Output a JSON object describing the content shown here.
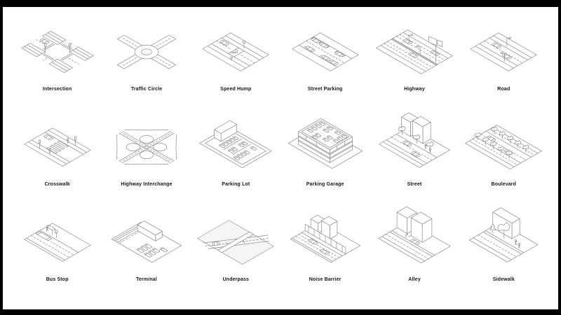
{
  "figure": {
    "items": [
      {
        "label": "Intersection"
      },
      {
        "label": "Traffic Circle"
      },
      {
        "label": "Speed Hump"
      },
      {
        "label": "Street Parking"
      },
      {
        "label": "Highway"
      },
      {
        "label": "Road"
      },
      {
        "label": "Crosswalk"
      },
      {
        "label": "Highway Interchange"
      },
      {
        "label": "Parking Lot"
      },
      {
        "label": "Parking Garage"
      },
      {
        "label": "Street"
      },
      {
        "label": "Boulevard"
      },
      {
        "label": "Bus Stop"
      },
      {
        "label": "Terminal"
      },
      {
        "label": "Underpass"
      },
      {
        "label": "Noise Barrier"
      },
      {
        "label": "Alley"
      },
      {
        "label": "Sidewalk"
      }
    ]
  },
  "colors": {
    "frame": "#000000",
    "canvas": "#ffffff",
    "line_gray": "#8a8a8a",
    "label_text": "#141414"
  }
}
